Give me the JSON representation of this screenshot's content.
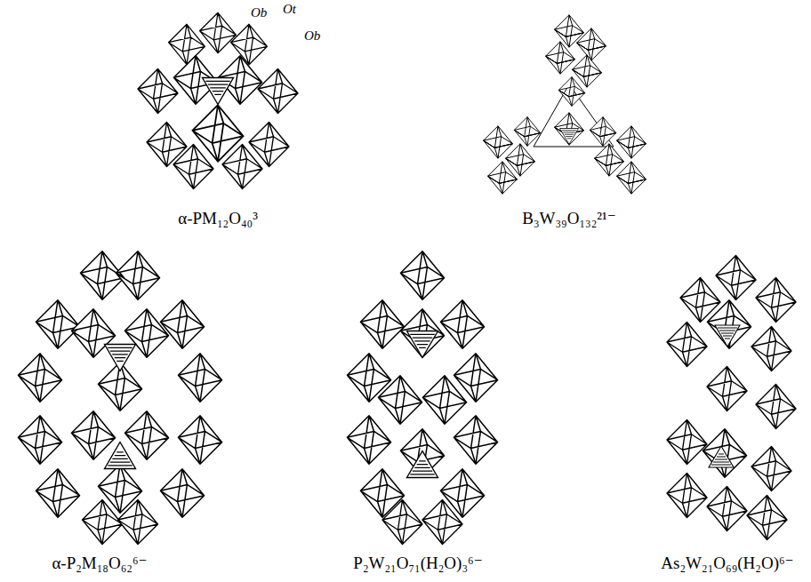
{
  "diagram": {
    "labels": [
      "Ob",
      "Ot",
      "Ob",
      "α-PM₁₂O₄₀³",
      "B₃W₃₉O₁₃₂²¹⁻",
      "α-P₂M₁₈O₆₂⁶⁻",
      "P₂W₂₁O₇₁(H₂O)₃⁶⁻",
      "As₂W₂₁O₆₉(H₂O)⁶⁻"
    ]
  }
}
